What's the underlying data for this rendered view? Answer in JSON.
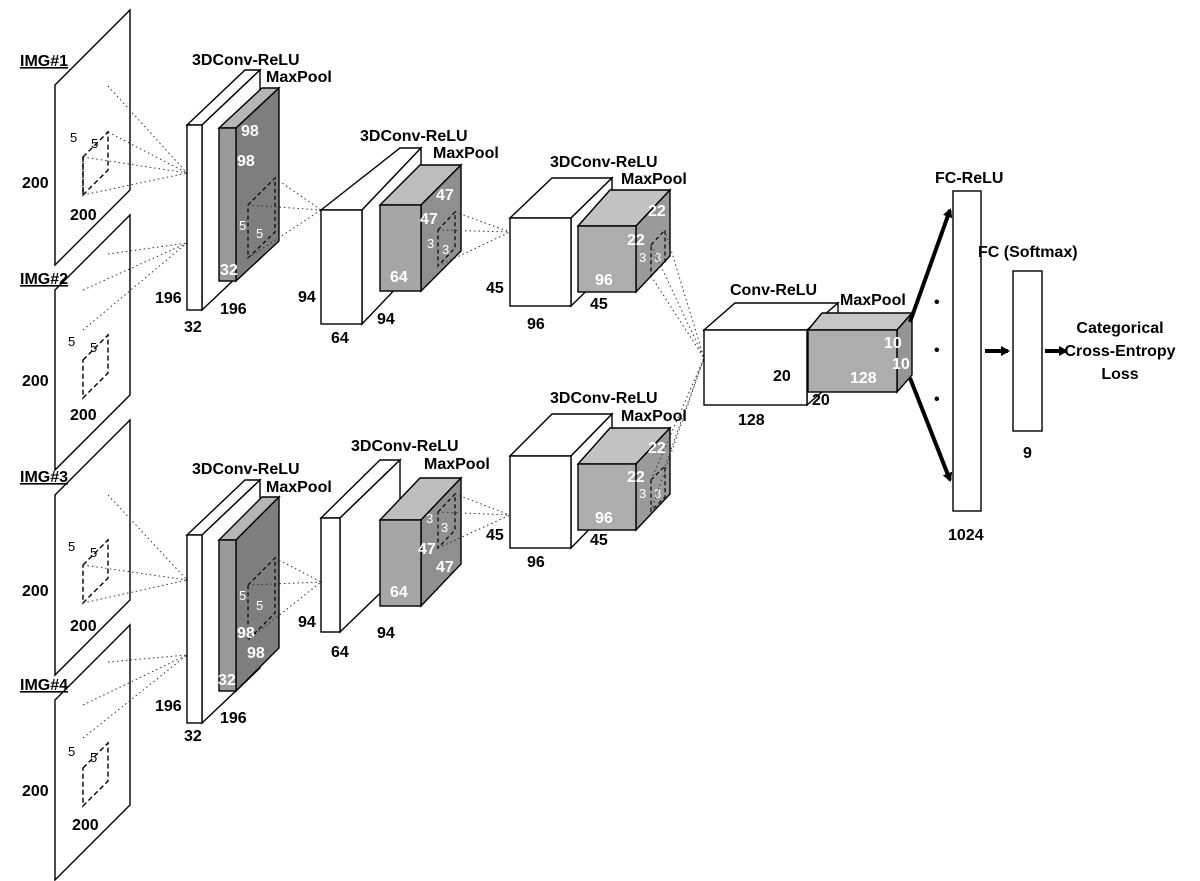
{
  "inputs": [
    {
      "id": "IMG#1",
      "height": "200",
      "width": "200",
      "kernel_a": "5",
      "kernel_b": "5"
    },
    {
      "id": "IMG#2",
      "height": "200",
      "width": "200",
      "kernel_a": "5",
      "kernel_b": "5"
    },
    {
      "id": "IMG#3",
      "height": "200",
      "width": "200",
      "kernel_a": "5",
      "kernel_b": "5"
    },
    {
      "id": "IMG#4",
      "height": "200",
      "width": "200",
      "kernel_a": "5",
      "kernel_b": "5"
    }
  ],
  "top_branch": {
    "stage1": {
      "conv_label": "3DConv-ReLU",
      "pool_label": "MaxPool",
      "conv_h": "196",
      "conv_w": "196",
      "conv_d": "32",
      "pool_h": "98",
      "pool_w": "98",
      "pool_d": "32",
      "kernel_a": "5",
      "kernel_b": "5"
    },
    "stage2": {
      "conv_label": "3DConv-ReLU",
      "pool_label": "MaxPool",
      "conv_h": "94",
      "conv_w": "94",
      "conv_d": "64",
      "pool_h": "47",
      "pool_w": "47",
      "pool_d": "64",
      "kernel_a": "3",
      "kernel_b": "3"
    },
    "stage3": {
      "conv_label": "3DConv-ReLU",
      "pool_label": "MaxPool",
      "conv_h": "45",
      "conv_w": "45",
      "conv_d": "96",
      "pool_h": "22",
      "pool_w": "22",
      "pool_d": "96",
      "kernel_a": "3",
      "kernel_b": "3"
    }
  },
  "bottom_branch": {
    "stage1": {
      "conv_label": "3DConv-ReLU",
      "pool_label": "MaxPool",
      "conv_h": "196",
      "conv_w": "196",
      "conv_d": "32",
      "pool_h": "98",
      "pool_w": "98",
      "pool_d": "32",
      "kernel_a": "5",
      "kernel_b": "5"
    },
    "stage2": {
      "conv_label": "3DConv-ReLU",
      "pool_label": "MaxPool",
      "conv_h": "94",
      "conv_w": "94",
      "conv_d": "64",
      "pool_h": "47",
      "pool_w": "47",
      "pool_d": "64",
      "kernel_a": "3",
      "kernel_b": "3"
    },
    "stage3": {
      "conv_label": "3DConv-ReLU",
      "pool_label": "MaxPool",
      "conv_h": "45",
      "conv_w": "45",
      "conv_d": "96",
      "pool_h": "22",
      "pool_w": "22",
      "pool_d": "96",
      "kernel_a": "3",
      "kernel_b": "3"
    }
  },
  "merge": {
    "conv_label": "Conv-ReLU",
    "pool_label": "MaxPool",
    "conv_h": "20",
    "conv_w": "20",
    "conv_d": "128",
    "pool_h": "10",
    "pool_w": "10",
    "pool_d": "128"
  },
  "fc1": {
    "label": "FC-ReLU",
    "size": "1024",
    "dots": [
      "•",
      "•",
      "•"
    ]
  },
  "fc2": {
    "label": "FC (Softmax)",
    "size": "9"
  },
  "loss": {
    "line1": "Categorical",
    "line2": "Cross-Entropy",
    "line3": "Loss"
  },
  "colors": {
    "pool_dark": "#8e8e8e",
    "pool_light": "#adadad",
    "line": "#000000"
  }
}
